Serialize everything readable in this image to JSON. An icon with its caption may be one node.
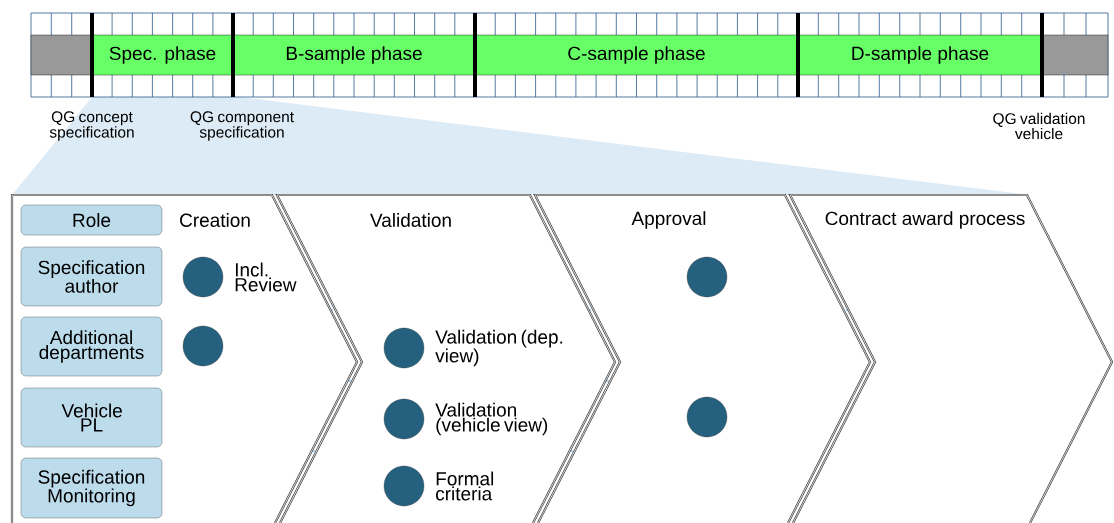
{
  "diagram": {
    "nodes": [
      {
        "text": [],
        "shape": "box"
      },
      {
        "text": [
          "Spec. phase"
        ]
      },
      {
        "text": [
          "B-sample phase"
        ]
      },
      {
        "text": [
          "C-sample phase"
        ]
      },
      {
        "text": [
          "D-sample phase"
        ]
      },
      {
        "text": [],
        "shape": "box"
      },
      {
        "text": [
          "Creation"
        ]
      },
      {
        "text": [
          "Validation"
        ]
      },
      {
        "text": [
          "Approval"
        ]
      },
      {
        "text": [
          "Contract award process"
        ]
      },
      {
        "text": [
          "Role"
        ],
        "in": 6
      },
      {
        "text": [
          "Specification author"
        ],
        "in": 6
      },
      {
        "text": [],
        "shape": "circle",
        "in": 6,
        "beside": [
          "Incl. Review"
        ]
      },
      {
        "text": [],
        "shape": "circle",
        "in": 8
      },
      {
        "text": [
          "Additional departments"
        ],
        "in": 6
      },
      {
        "text": [],
        "shape": "circle",
        "in": 6
      },
      {
        "text": [],
        "shape": "circle",
        "in": 7,
        "beside": [
          "Validation (dep. view)"
        ]
      },
      {
        "text": [
          "Vehicle PL"
        ],
        "in": 6
      },
      {
        "text": [],
        "shape": "circle",
        "in": 7,
        "beside": [
          "Validation (vehicle view)"
        ]
      },
      {
        "text": [],
        "shape": "circle",
        "in": 8
      },
      {
        "text": [
          "Specification Monitoring"
        ],
        "in": 6
      },
      {
        "text": [],
        "shape": "circle",
        "in": 7,
        "beside": [
          "Formal criteria"
        ]
      }
    ],
    "labels": [
      "QG concept specification",
      "QG component specification",
      "QG validation vehicle"
    ]
  }
}
